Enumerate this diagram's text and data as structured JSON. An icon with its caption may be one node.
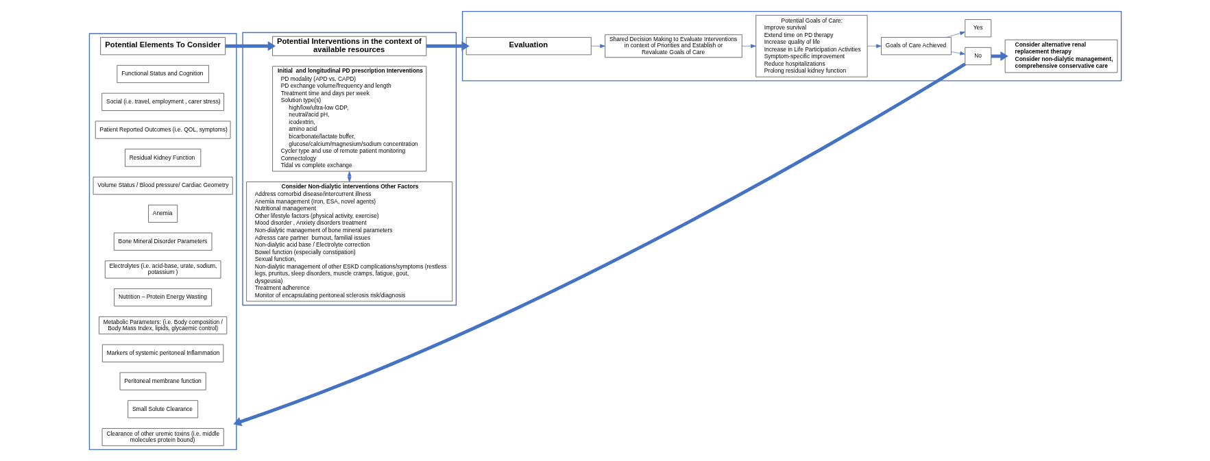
{
  "diagram": {
    "nodes": [
      {
        "text": [],
        "shape": "box"
      },
      {
        "text": [
          "Potential Elements To Consider"
        ],
        "in": 0
      },
      {
        "text": [
          "Functional Status and Cognition"
        ],
        "in": 0
      },
      {
        "text": [
          "Social (i.e. travel, employment , carer stress)"
        ],
        "in": 0
      },
      {
        "text": [
          "Patient Reported Outcomes (i.e. QOL, symptoms)"
        ],
        "in": 0
      },
      {
        "text": [
          "Residual Kidney Function"
        ],
        "in": 0
      },
      {
        "text": [
          "Volume Status / Blood pressure/ Cardiac Geometry"
        ],
        "in": 0
      },
      {
        "text": [
          "Anemia"
        ],
        "in": 0
      },
      {
        "text": [
          "Bone Mineral Disorder Parameters"
        ],
        "in": 0
      },
      {
        "text": [
          "Electrolytes (i.e. acid-base, urate, sodium, potassium )"
        ],
        "in": 0
      },
      {
        "text": [
          "Nutrition – Protein Energy Wasting"
        ],
        "in": 0
      },
      {
        "text": [
          "Metabolic Parameters: (i.e. Body composition / Body Mass Index, lipids, glycaemic control)"
        ],
        "in": 0
      },
      {
        "text": [
          "Markers of systemic peritoneal Inflammation"
        ],
        "in": 0
      },
      {
        "text": [
          "Peritoneal membrane function"
        ],
        "in": 0
      },
      {
        "text": [
          "Small Solute Clearance"
        ],
        "in": 0
      },
      {
        "text": [
          "Clearance of other uremic toxins (i.e. middle molecules protein bound)"
        ],
        "in": 0
      },
      {
        "text": [],
        "shape": "box"
      },
      {
        "text": [
          "Potential Interventions in the context of available resources"
        ],
        "in": 16
      },
      {
        "text": [
          "Initial  and longitudinal PD prescription Interventions",
          "PD modality (APD vs. CAPD)",
          "PD exchange volume/frequency and length",
          "Treatment time and days per week",
          "Solution type(s)",
          "high/low/ultra-low GDP,",
          "neutral/acid pH,",
          "icodextrin,",
          "amino acid",
          "bicarbonate/lactate buffer,",
          "glucose/calcium/magnesium/sodium concentration",
          "Cycler type and use of remote patient monitoring",
          "Connectology",
          "Tidal vs complete exchange"
        ],
        "in": 16
      },
      {
        "text": [
          "Consider Non-dialytic interventions Other Factors",
          "Address comorbid disease/intercurrent illness",
          "Anemia management (Iron, ESA, novel agents)",
          "Nutritional management",
          "Other lifestyle factors (physical activity, exercise)",
          "Mood disorder , Anxiety disorders treatment",
          "Non-dialytic management of bone mineral parameters",
          "Adresss care partner  burnout, familial issues",
          "Non-dialytic acid base / Electrolyte correction",
          "Bowel function (especially constipation)",
          "Sexual function,",
          "Non-dialytic management of other ESKD complications/symptoms (restless legs, pruritus, sleep disorders, muscle cramps, fatigue, gout, dysgeusia)",
          "Treatment adherence",
          "Monitor of encapsulating peritoneal sclerosis risk/diagnosis"
        ],
        "in": 16
      },
      {
        "text": [],
        "shape": "box"
      },
      {
        "text": [
          "Evaluation"
        ],
        "in": 20
      },
      {
        "text": [
          "Shared Decision Making to Evaluate Interventions in context of Priorities and Establish or Revaluate Goals of Care"
        ],
        "in": 20
      },
      {
        "text": [
          "Potential Goals of Care:",
          "Improve survival",
          "Extend time on PD therapy",
          "Increase quality of life",
          "Increase in Life Participation Activities",
          "Symptom-specific improvement",
          "Reduce hospitalizations",
          "Prolong residual kidney function"
        ],
        "in": 20
      },
      {
        "text": [
          "Goals of Care Achieved"
        ],
        "in": 20
      },
      {
        "text": [
          "No"
        ],
        "in": 20
      },
      {
        "text": [
          "Yes"
        ],
        "in": 20
      },
      {
        "text": [
          "Consider alternative renal replacement therapy",
          "Consider non-dialytic management, comprehensive conservative care"
        ],
        "in": 20
      }
    ],
    "edges": [
      {
        "from": 1,
        "to": 17,
        "arrow": "to",
        "style": "thick"
      },
      {
        "from": 17,
        "to": 21,
        "arrow": "to",
        "style": "thick"
      },
      {
        "from": 18,
        "to": 19,
        "arrow": "both"
      },
      {
        "from": 21,
        "to": 22,
        "arrow": "to"
      },
      {
        "from": 22,
        "to": 23,
        "arrow": "to"
      },
      {
        "from": 23,
        "to": 24,
        "arrow": "to"
      },
      {
        "from": 24,
        "to": 25,
        "arrow": "to"
      },
      {
        "from": 24,
        "to": 26,
        "arrow": "to"
      },
      {
        "from": 25,
        "to": 27,
        "arrow": "to",
        "style": "thick"
      },
      {
        "from": 25,
        "to": 0,
        "arrow": "to",
        "style": "thick"
      }
    ]
  }
}
